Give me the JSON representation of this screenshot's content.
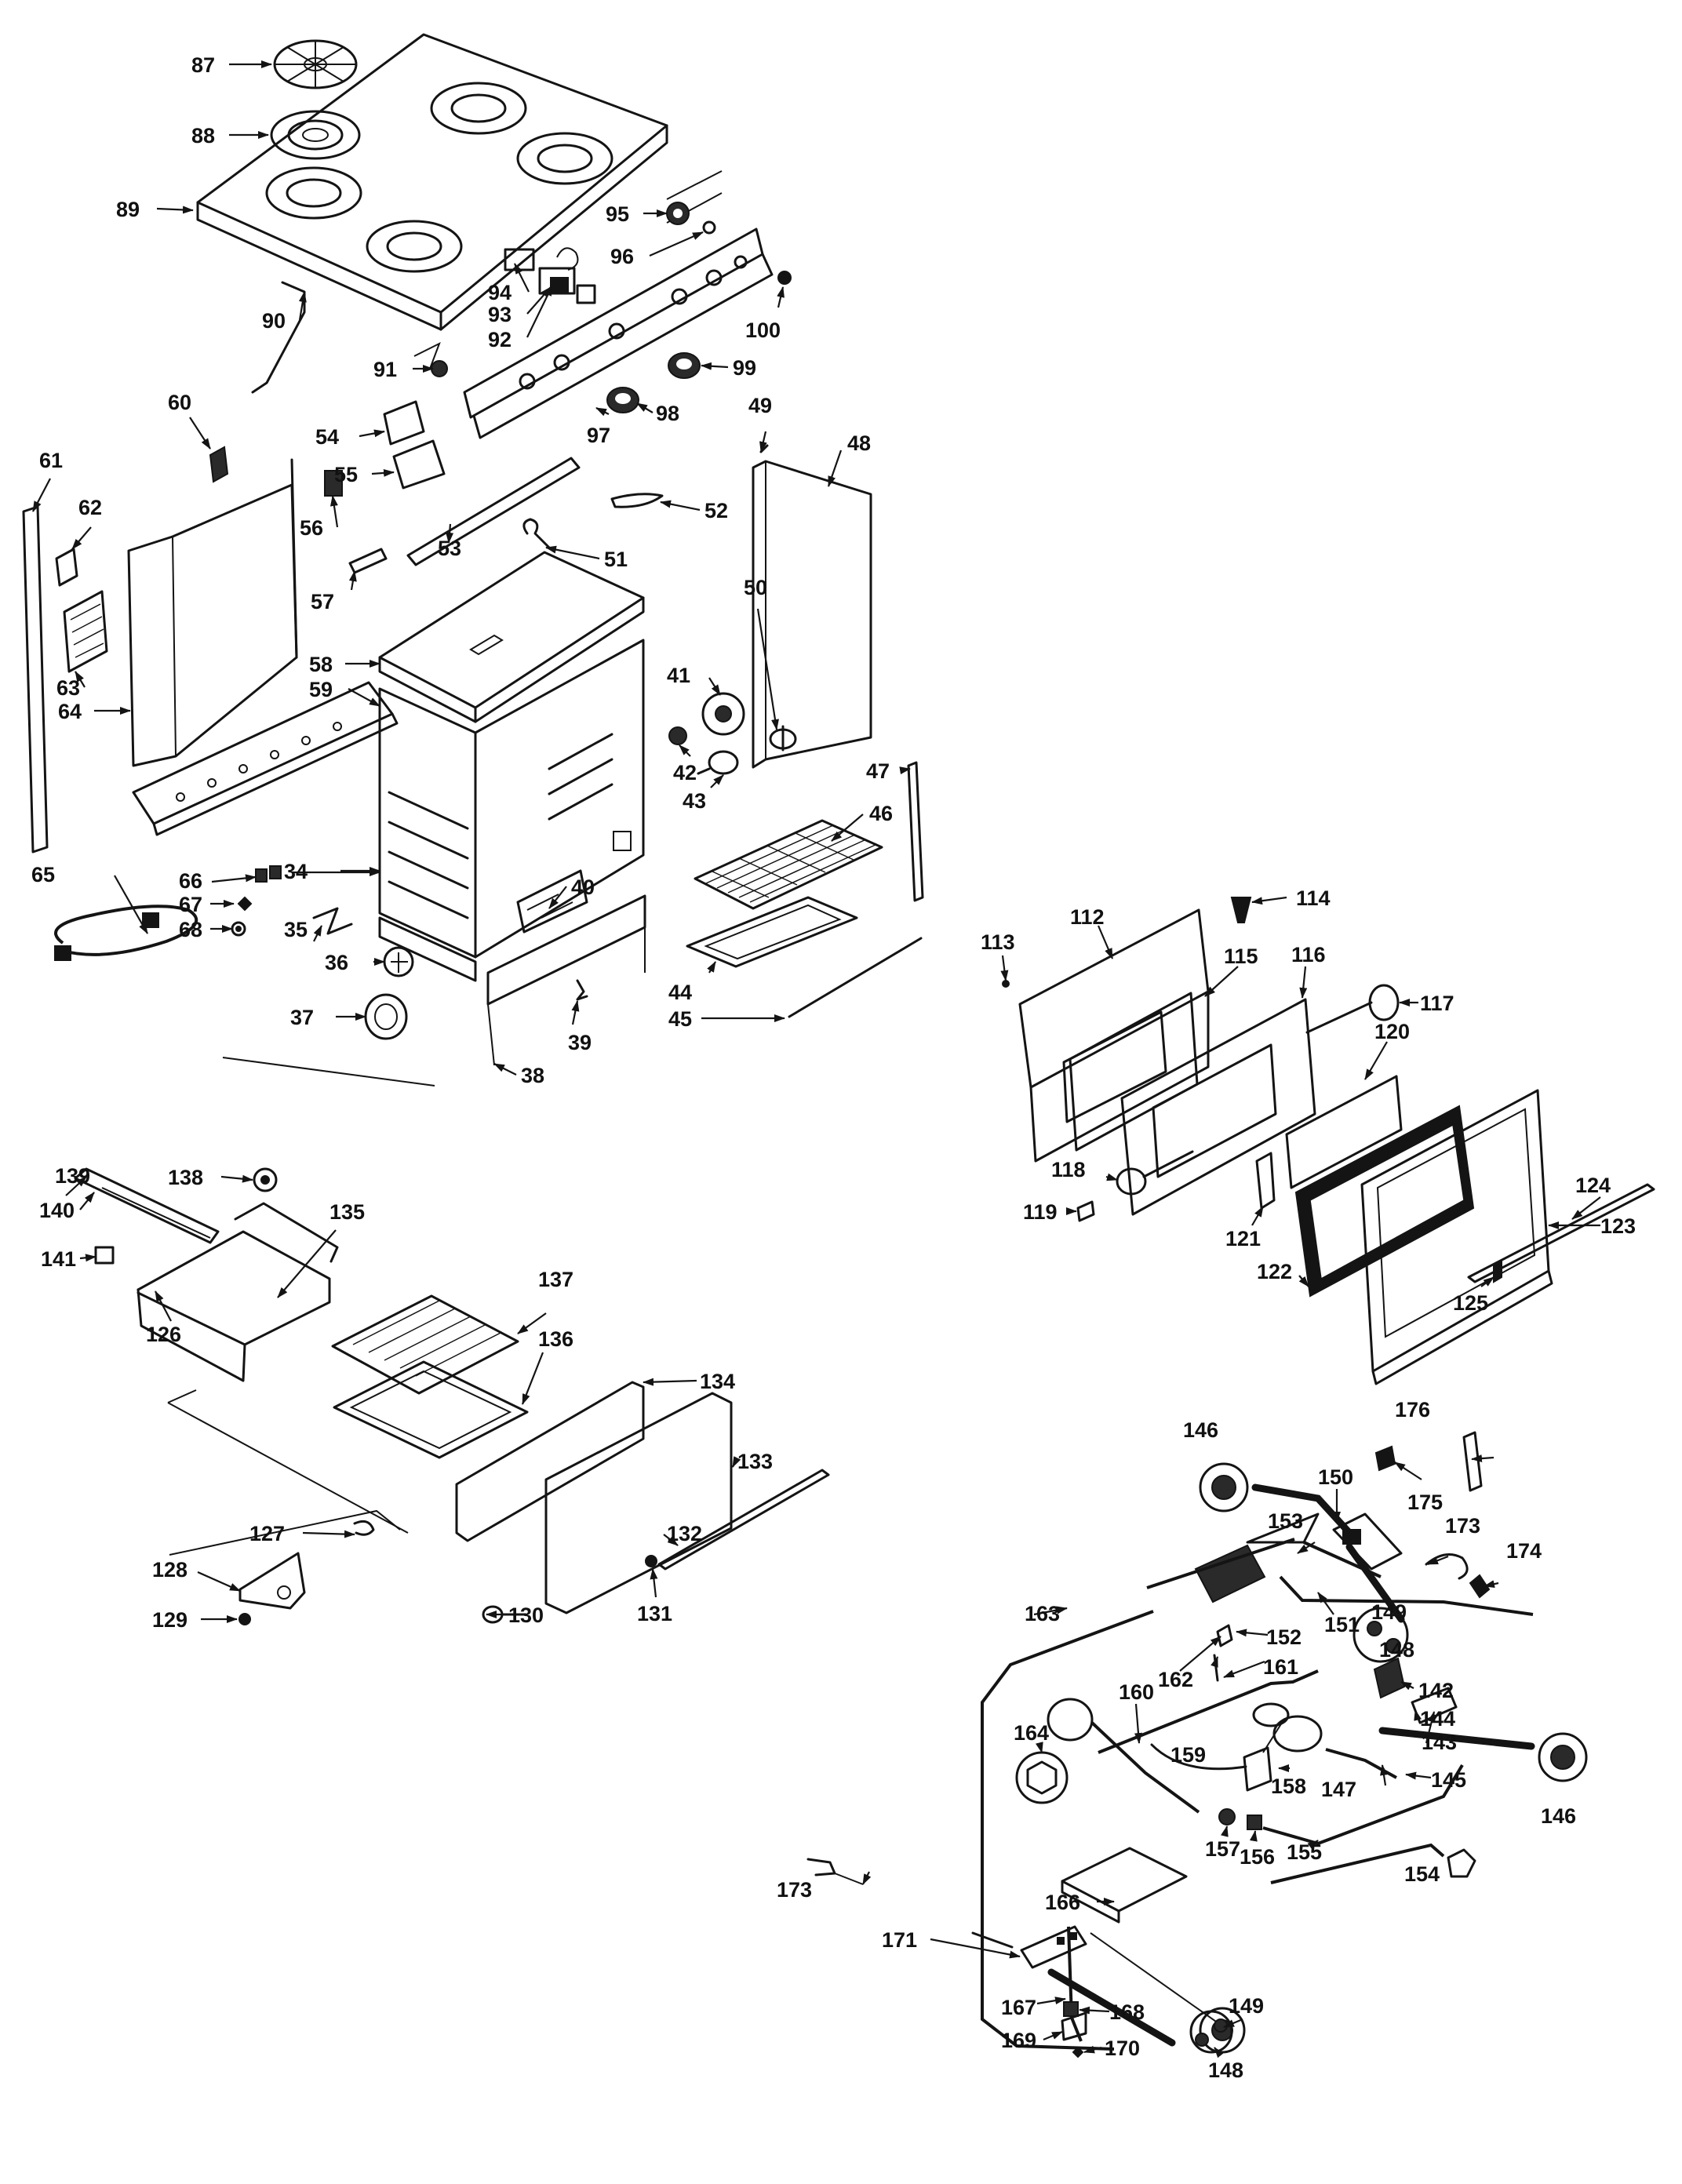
{
  "diagram": {
    "line_color": "#141414",
    "background": "#ffffff",
    "callouts": {
      "c87": "87",
      "c88": "88",
      "c89": "89",
      "c90": "90",
      "c91": "91",
      "c92": "92",
      "c93": "93",
      "c94": "94",
      "c95": "95",
      "c96": "96",
      "c97": "97",
      "c98": "98",
      "c99": "99",
      "c100": "100",
      "c34": "34",
      "c35": "35",
      "c36": "36",
      "c37": "37",
      "c38": "38",
      "c39": "39",
      "c40": "40",
      "c41": "41",
      "c42": "42",
      "c43": "43",
      "c44": "44",
      "c45": "45",
      "c46": "46",
      "c47": "47",
      "c48": "48",
      "c49": "49",
      "c50": "50",
      "c51": "51",
      "c52": "52",
      "c53": "53",
      "c54": "54",
      "c55": "55",
      "c56": "56",
      "c57": "57",
      "c58": "58",
      "c59": "59",
      "c60": "60",
      "c61": "61",
      "c62": "62",
      "c63": "63",
      "c64": "64",
      "c65": "65",
      "c66": "66",
      "c67": "67",
      "c68": "68",
      "c112": "112",
      "c113": "113",
      "c114": "114",
      "c115": "115",
      "c116": "116",
      "c117": "117",
      "c118": "118",
      "c119": "119",
      "c120": "120",
      "c121": "121",
      "c122": "122",
      "c123": "123",
      "c124": "124",
      "c125": "125",
      "c126": "126",
      "c127": "127",
      "c128": "128",
      "c129": "129",
      "c130": "130",
      "c131": "131",
      "c132": "132",
      "c133": "133",
      "c134": "134",
      "c135": "135",
      "c136": "136",
      "c137": "137",
      "c138": "138",
      "c139": "139",
      "c140": "140",
      "c141": "141",
      "c142": "142",
      "c143": "143",
      "c144": "144",
      "c145": "145",
      "c146a": "146",
      "c146b": "146",
      "c147": "147",
      "c148a": "148",
      "c148b": "148",
      "c149a": "149",
      "c149b": "149",
      "c150": "150",
      "c151": "151",
      "c152": "152",
      "c153": "153",
      "c154": "154",
      "c155": "155",
      "c156": "156",
      "c157": "157",
      "c158": "158",
      "c159": "159",
      "c160": "160",
      "c161": "161",
      "c162": "162",
      "c163": "163",
      "c164": "164",
      "c166": "166",
      "c167": "167",
      "c168": "168",
      "c169": "169",
      "c170": "170",
      "c171": "171",
      "c173a": "173",
      "c173b": "173",
      "c174": "174",
      "c175": "175",
      "c176": "176"
    }
  }
}
